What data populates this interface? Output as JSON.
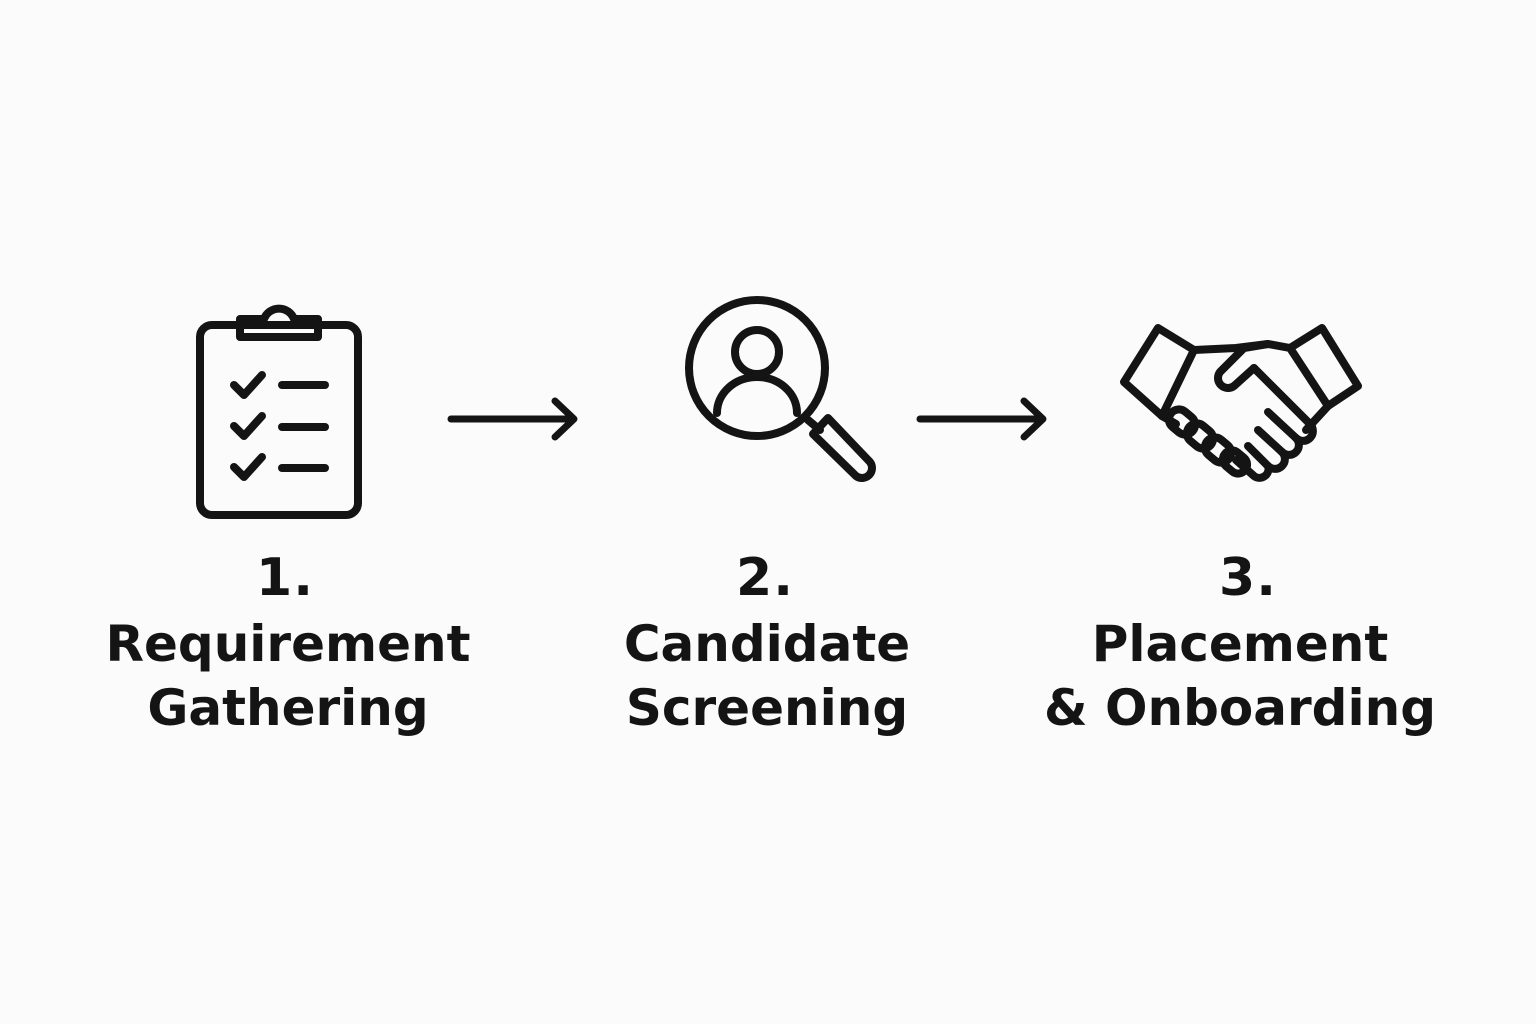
{
  "colors": {
    "background": "#fbfbfb",
    "ink": "#141414"
  },
  "steps": [
    {
      "number": "1.",
      "title_line1": "Requirement",
      "title_line2": "Gathering",
      "icon": "clipboard-checklist-icon"
    },
    {
      "number": "2.",
      "title_line1": "Candidate",
      "title_line2": "Screening",
      "icon": "magnifier-person-icon"
    },
    {
      "number": "3.",
      "title_line1": "Placement",
      "title_line2": "& Onboarding",
      "icon": "handshake-icon"
    }
  ],
  "connectors": [
    {
      "from": "1.",
      "to": "2.",
      "icon": "arrow-right-icon"
    },
    {
      "from": "2.",
      "to": "3.",
      "icon": "arrow-right-icon"
    }
  ]
}
